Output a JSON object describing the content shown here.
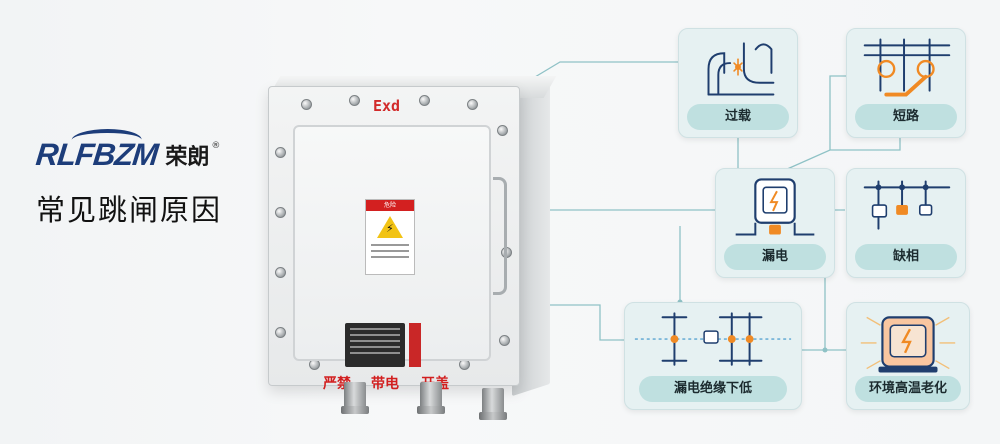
{
  "brand": {
    "logo_text": "RLFBZM",
    "logo_cn": "荣朗",
    "registered_mark": "®",
    "subtitle": "常见跳闸原因"
  },
  "enclosure": {
    "marking": "Exd",
    "warning_header": "危险",
    "bottom_texts": [
      "严禁",
      "带电",
      "开盖"
    ]
  },
  "causes": [
    {
      "id": "overload",
      "label": "过载"
    },
    {
      "id": "short-circuit",
      "label": "短路"
    },
    {
      "id": "leakage",
      "label": "漏电"
    },
    {
      "id": "phase-loss",
      "label": "缺相"
    },
    {
      "id": "low-insulation",
      "label": "漏电绝缘下低"
    },
    {
      "id": "high-temp-aging",
      "label": "环境高温老化"
    }
  ],
  "colors": {
    "brand_blue": "#1d3d7a",
    "card_bg": "#e6f1f2",
    "label_bg": "#bfe0e0",
    "line": "#8fc2c6",
    "accent_orange": "#f08a24",
    "warning_red": "#d32020"
  }
}
